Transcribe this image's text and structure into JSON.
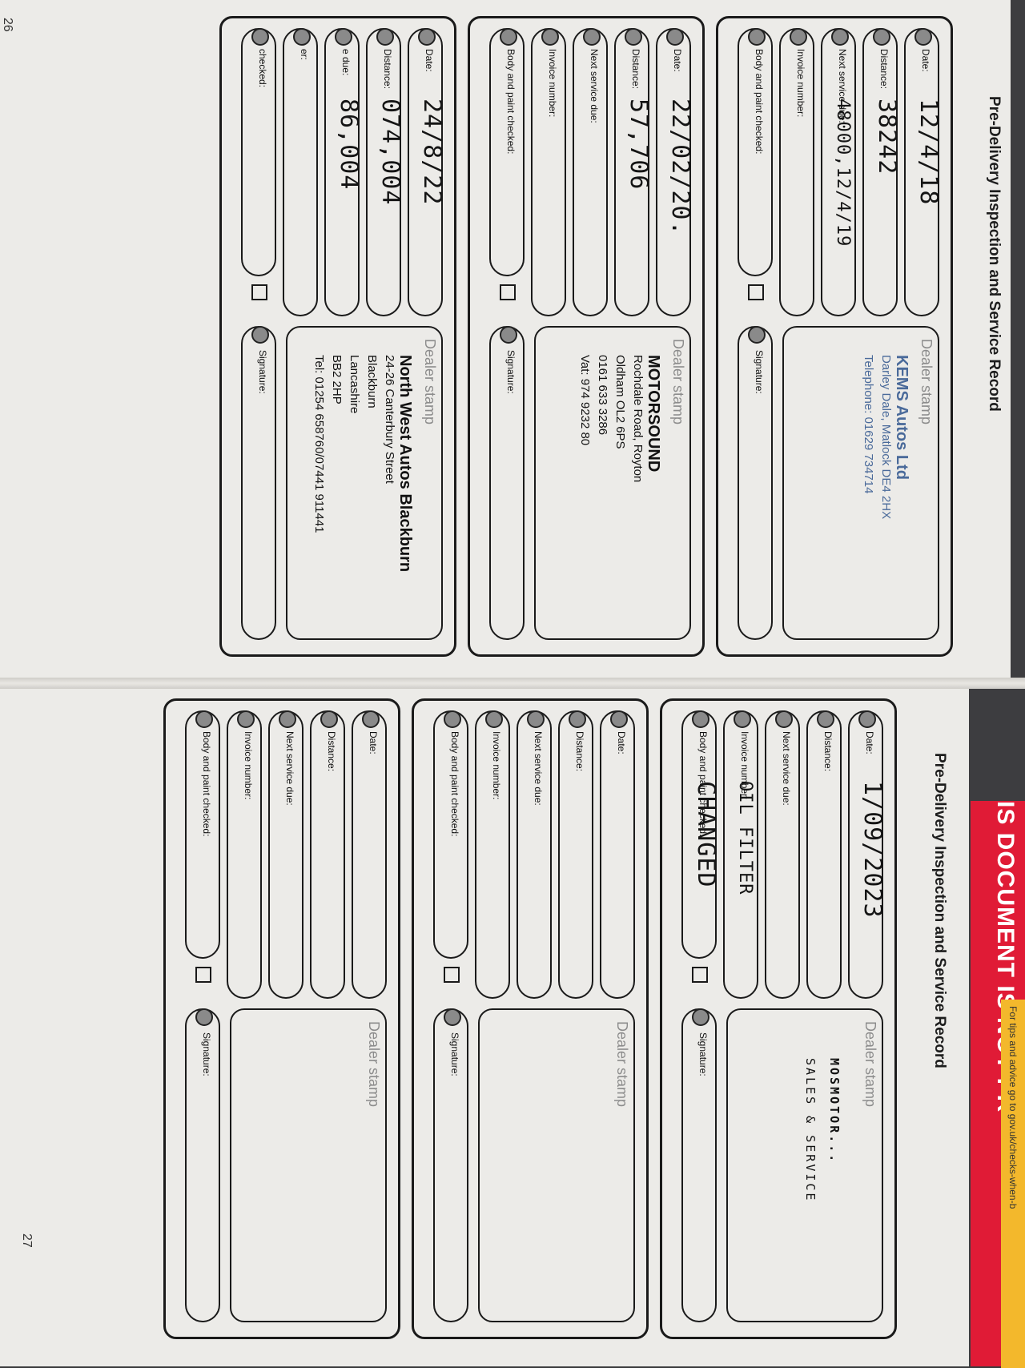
{
  "banner": {
    "text": "IS DOCUMENT IS NOT PR"
  },
  "sticker": {
    "text": "For tips and advice go to gov.uk/checks-when-b"
  },
  "left_page": {
    "title": "Pre-Delivery Inspection and Service Record",
    "page_number": "26",
    "records": [
      {
        "date_label": "Date:",
        "date_value": "12/4/18",
        "distance_label": "Distance:",
        "distance_value": "38242",
        "next_label": "Next service due:",
        "next_value": "48000,12/4/19",
        "invoice_label": "Invoice number:",
        "invoice_value": "",
        "body_label": "Body and paint checked:",
        "signature_label": "Signature:",
        "stamp": {
          "header": "Dealer stamp",
          "lines": [
            "KEMS Autos Ltd",
            "Darley Dale, Matlock DE4 2HX",
            "Telephone: 01629 734714"
          ]
        }
      },
      {
        "date_label": "Date:",
        "date_value": "22/02/20.",
        "distance_label": "Distance:",
        "distance_value": "57,706",
        "next_label": "Next service due:",
        "next_value": "",
        "invoice_label": "Invoice number:",
        "invoice_value": "",
        "body_label": "Body and paint checked:",
        "signature_label": "Signature:",
        "stamp": {
          "header": "Dealer stamp",
          "lines": [
            "MOTORSOUND",
            "Rochdale Road, Royton",
            "Oldham OL2 6PS",
            "0161 633 3286",
            "Vat: 974 9232 80"
          ]
        }
      },
      {
        "date_label": "Date:",
        "date_value": "24/8/22",
        "distance_label": "Distance:",
        "distance_value": "074,004",
        "next_label": "e due:",
        "next_value": "86,004",
        "invoice_label": "er:",
        "invoice_value": "",
        "body_label": "checked:",
        "signature_label": "Signature:",
        "stamp": {
          "header": "Dealer stamp",
          "lines": [
            "North West Autos Blackburn",
            "24-26 Canterbury Street",
            "Blackburn",
            "Lancashire",
            "BB2 2HP",
            "Tel: 01254 658760/07441 911441"
          ]
        }
      }
    ]
  },
  "right_page": {
    "title": "Pre-Delivery Inspection and Service Record",
    "page_number": "27",
    "records": [
      {
        "date_label": "Date:",
        "date_value": "1/09/2023",
        "distance_label": "Distance:",
        "distance_value": "",
        "next_label": "Next service due:",
        "next_value": "",
        "invoice_label": "Invoice number:",
        "invoice_value": "OIL FILTER",
        "body_label": "Body and paint checked:",
        "body_value": "CHANGED",
        "signature_label": "Signature:",
        "stamp": {
          "header": "Dealer stamp",
          "lines": [
            "MOSMOTOR...",
            "SALES & SERVICE"
          ]
        }
      },
      {
        "date_label": "Date:",
        "date_value": "",
        "distance_label": "Distance:",
        "distance_value": "",
        "next_label": "Next service due:",
        "next_value": "",
        "invoice_label": "Invoice number:",
        "invoice_value": "",
        "body_label": "Body and paint checked:",
        "signature_label": "Signature:",
        "stamp": {
          "header": "Dealer stamp",
          "lines": []
        }
      },
      {
        "date_label": "Date:",
        "date_value": "",
        "distance_label": "Distance:",
        "distance_value": "",
        "next_label": "Next service due:",
        "next_value": "",
        "invoice_label": "Invoice number:",
        "invoice_value": "",
        "body_label": "Body and paint checked:",
        "signature_label": "Signature:",
        "stamp": {
          "header": "Dealer stamp",
          "lines": []
        }
      }
    ]
  }
}
